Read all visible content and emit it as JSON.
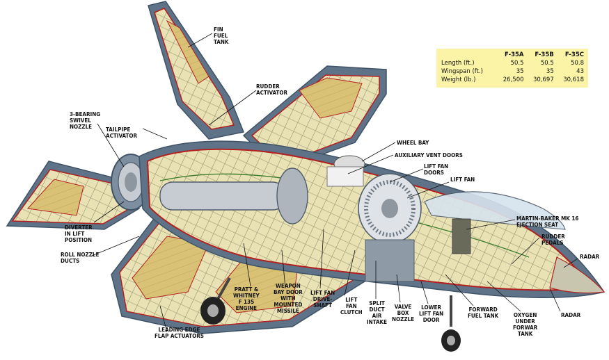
{
  "colors": {
    "skin": "#5e7388",
    "skin_dark": "#3f5266",
    "structure": "#e9e2b4",
    "fuel": "#d9c276",
    "outline": "#b3201f",
    "wiring": "#3d7d2d",
    "engine": "#c7ccd2",
    "table_bg": "#fbf4a6"
  },
  "specs": {
    "columns": [
      "F-35A",
      "F-35B",
      "F-35C"
    ],
    "rows": [
      {
        "label": "Length (ft.)",
        "values": [
          "50.5",
          "50.5",
          "50.8"
        ]
      },
      {
        "label": "Wingspan (ft.)",
        "values": [
          "35",
          "35",
          "43"
        ]
      },
      {
        "label": "Weight (lb.)",
        "values": [
          "26,500",
          "30,697",
          "30,618"
        ]
      }
    ]
  },
  "labels": {
    "fin_fuel_tank": "Fin\nfuel\ntank",
    "rudder_activator": "Rudder\nactivator",
    "three_bearing_nozzle": "3-Bearing\nswivel\nnozzle",
    "tailpipe_activator": "Tailpipe\nactivator",
    "wheel_bay": "Wheel bay",
    "aux_vent_doors": "Auxiliary vent doors",
    "lift_fan_doors": "Lift fan\ndoors",
    "lift_fan": "Lift fan",
    "ejection_seat": "Martin-Baker MK 16\nejection seat",
    "rudder_pedals": "Rudder\npedals",
    "radar_top": "Radar",
    "radar_bottom": "Radar",
    "diverter": "Diverter\nin lift\nposition",
    "roll_nozzle": "Roll nozzle\nducts",
    "pw_engine": "Pratt &\nWhitney\nF 135\nengine",
    "weapon_bay": "Weapon\nbay door\nwith\nmounted\nmissile",
    "lift_fan_drive": "Lift fan\ndrive-\nshaft",
    "lift_fan_clutch": "Lift\nfan\nclutch",
    "split_duct": "Split\nduct\nair\nintake",
    "valve_box": "Valve\nbox\nnozzle",
    "lower_lift_door": "Lower\nlift fan\ndoor",
    "forward_fuel": "Forward\nfuel tank",
    "oxygen": "Oxygen\nunder\nforwar\ntank",
    "leading_edge": "Leading edge\nflap actuators"
  }
}
